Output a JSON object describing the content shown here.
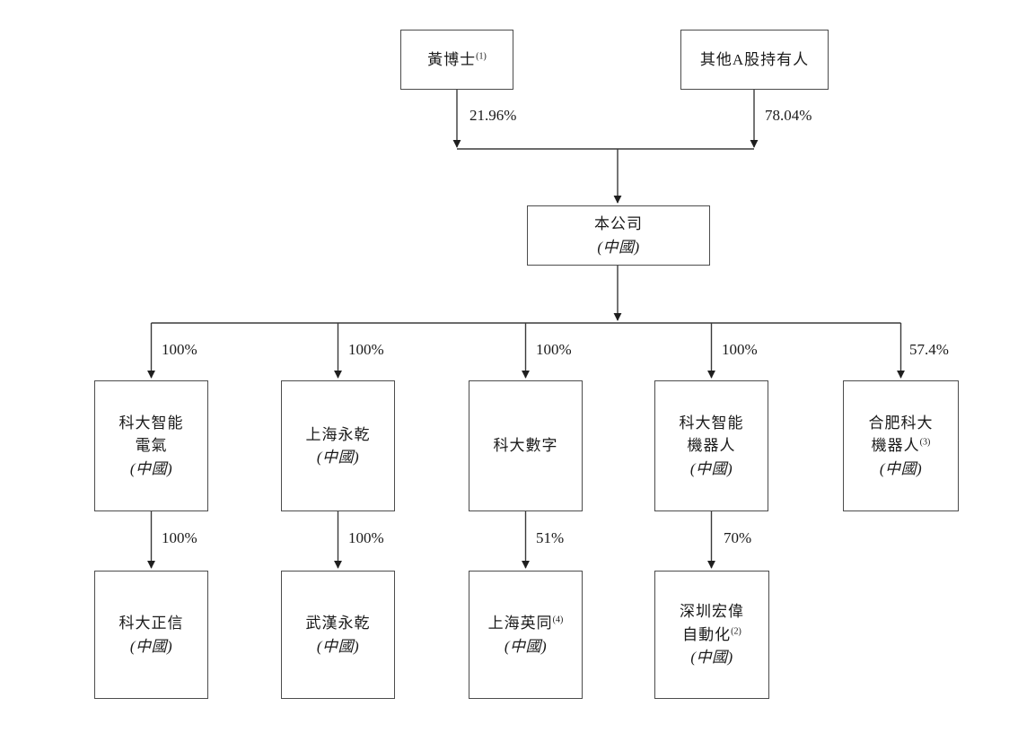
{
  "nodes": {
    "huang": {
      "name": "黃博士",
      "sup": "(1)",
      "pct": "21.96%"
    },
    "other_a": {
      "name": "其他A股持有人",
      "pct": "78.04%"
    },
    "company": {
      "name": "本公司",
      "region": "(中國)"
    },
    "l1": [
      {
        "l1": "科大智能",
        "l2": "電氣",
        "region": "(中國)",
        "pct": "100%"
      },
      {
        "l1": "上海永乾",
        "region": "(中國)",
        "pct": "100%"
      },
      {
        "l1": "科大數字",
        "pct": "100%"
      },
      {
        "l1": "科大智能",
        "l2": "機器人",
        "region": "(中國)",
        "pct": "100%"
      },
      {
        "l1": "合肥科大",
        "l2": "機器人",
        "sup": "(3)",
        "region": "(中國)",
        "pct": "57.4%"
      }
    ],
    "l2": [
      {
        "l1": "科大正信",
        "region": "(中國)",
        "pct": "100%"
      },
      {
        "l1": "武漢永乾",
        "region": "(中國)",
        "pct": "100%"
      },
      {
        "l1": "上海英同",
        "sup": "(4)",
        "region": "(中國)",
        "pct": "51%"
      },
      {
        "l1": "深圳宏偉",
        "l2": "自動化",
        "sup": "(2)",
        "region": "(中國)",
        "pct": "70%"
      }
    ]
  }
}
